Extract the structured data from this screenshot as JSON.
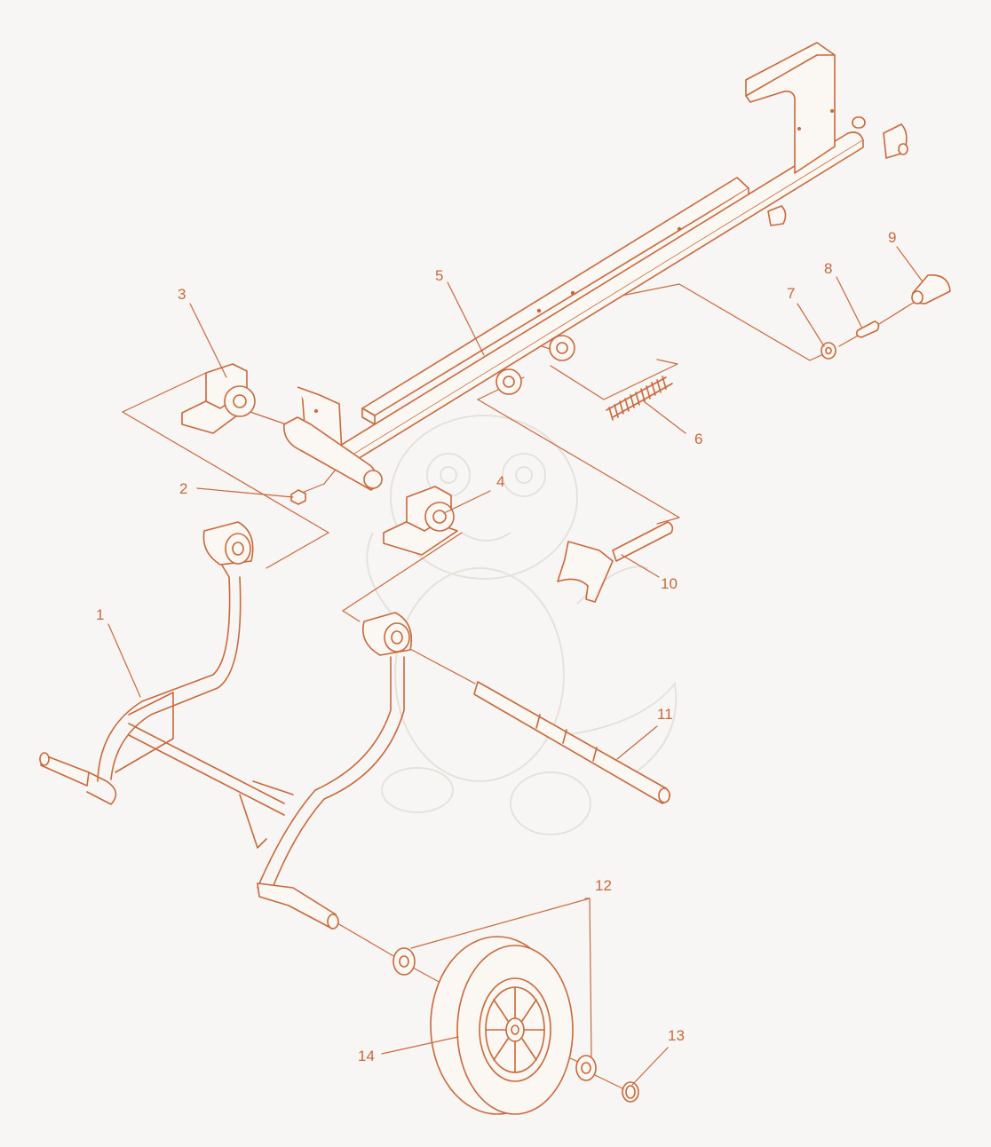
{
  "colors": {
    "line": "#c9683a",
    "fill": "#fbf7f3",
    "background": "#f8f6f4",
    "watermark": "#e6e1dc"
  },
  "callouts": [
    {
      "id": "1",
      "text": "1"
    },
    {
      "id": "2",
      "text": "2"
    },
    {
      "id": "3",
      "text": "3"
    },
    {
      "id": "4",
      "text": "4"
    },
    {
      "id": "5",
      "text": "5"
    },
    {
      "id": "6",
      "text": "6"
    },
    {
      "id": "7",
      "text": "7"
    },
    {
      "id": "8",
      "text": "8"
    },
    {
      "id": "9",
      "text": "9"
    },
    {
      "id": "10",
      "text": "10"
    },
    {
      "id": "11",
      "text": "11"
    },
    {
      "id": "12",
      "text": "12"
    },
    {
      "id": "13",
      "text": "13"
    },
    {
      "id": "14",
      "text": "14"
    }
  ]
}
